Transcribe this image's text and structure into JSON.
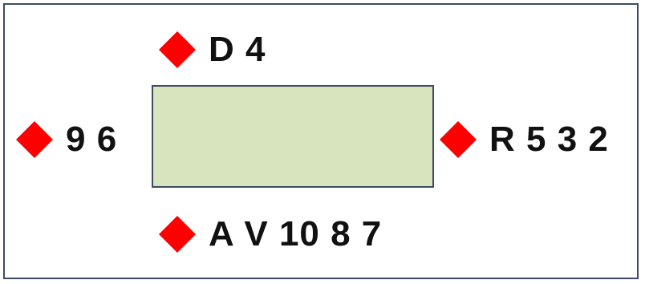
{
  "colors": {
    "suit": "#ff0000",
    "table": "#d7e4bd",
    "border": "#3e4a63"
  },
  "hands": {
    "north": {
      "suit_icon": "diamond-icon",
      "cards": "D 4"
    },
    "west": {
      "suit_icon": "diamond-icon",
      "cards": "9 6"
    },
    "east": {
      "suit_icon": "diamond-icon",
      "cards": "R 5 3 2"
    },
    "south": {
      "suit_icon": "diamond-icon",
      "cards": "A V 10 8 7"
    }
  }
}
